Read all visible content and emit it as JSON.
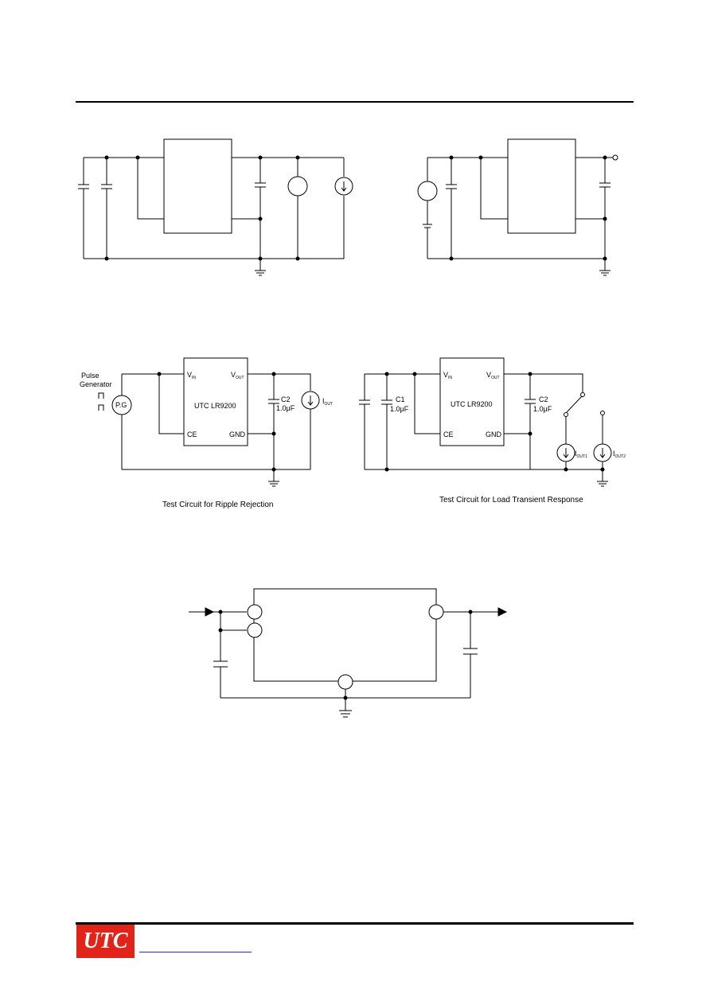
{
  "logo": {
    "text": "UTC",
    "color": "#e2231a"
  },
  "link_color": "#1a2cd9",
  "ripple": {
    "caption": "Test Circuit for Ripple Rejection",
    "ic_label": "UTC LR9200",
    "pin_vin": "V",
    "pin_vin_sub": "IN",
    "pin_vout": "V",
    "pin_vout_sub": "OUT",
    "pin_ce": "CE",
    "pin_gnd": "GND",
    "pg_label_1": "Pulse",
    "pg_label_2": "Generator",
    "pg": "P.G",
    "c2_name": "C2",
    "c2_value": "1.0μF",
    "iout": "I",
    "iout_sub": "OUT"
  },
  "transient": {
    "caption": "Test Circuit for Load Transient Response",
    "ic_label": "UTC LR9200",
    "pin_vin": "V",
    "pin_vin_sub": "IN",
    "pin_vout": "V",
    "pin_vout_sub": "OUT",
    "pin_ce": "CE",
    "pin_gnd": "GND",
    "c1_name": "C1",
    "c1_value": "1.0μF",
    "c2_name": "C2",
    "c2_value": "1.0μF",
    "i_a": "I",
    "i_a_sub": "OUT1",
    "i_b": "I",
    "i_b_sub": "OUT2"
  }
}
